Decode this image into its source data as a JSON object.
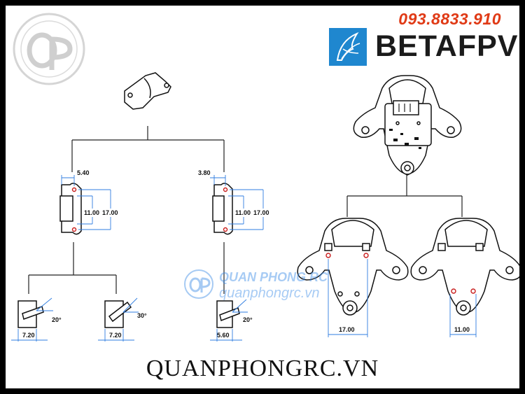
{
  "header": {
    "phone": "093.8833.910",
    "brand": "BETAFPV",
    "brand_icon": "betafpv-logo-icon",
    "logo_icon": "quan-phong-qp-logo"
  },
  "watermark": {
    "name": "QUAN PHONG RC",
    "url": "quanphongrc.vn"
  },
  "footer": {
    "site": "QUANPHONGRC.VN"
  },
  "left_tree": {
    "mount_a": {
      "width": "5.40",
      "inner": "11.00",
      "outer": "17.00"
    },
    "mount_b": {
      "width": "3.80",
      "inner": "11.00",
      "outer": "17.00"
    },
    "side_views": [
      {
        "width": "7.20",
        "angle": "20°"
      },
      {
        "width": "7.20",
        "angle": "30°"
      },
      {
        "width": "5.60",
        "angle": "20°"
      }
    ]
  },
  "right_tree": {
    "frame_a": {
      "width": "17.00"
    },
    "frame_b": {
      "width": "11.00"
    }
  },
  "colors": {
    "accent": "#e03a16",
    "brand_blue": "#1f87cf",
    "dim_blue": "#2f7de0",
    "screw_red": "#c81e1e"
  }
}
